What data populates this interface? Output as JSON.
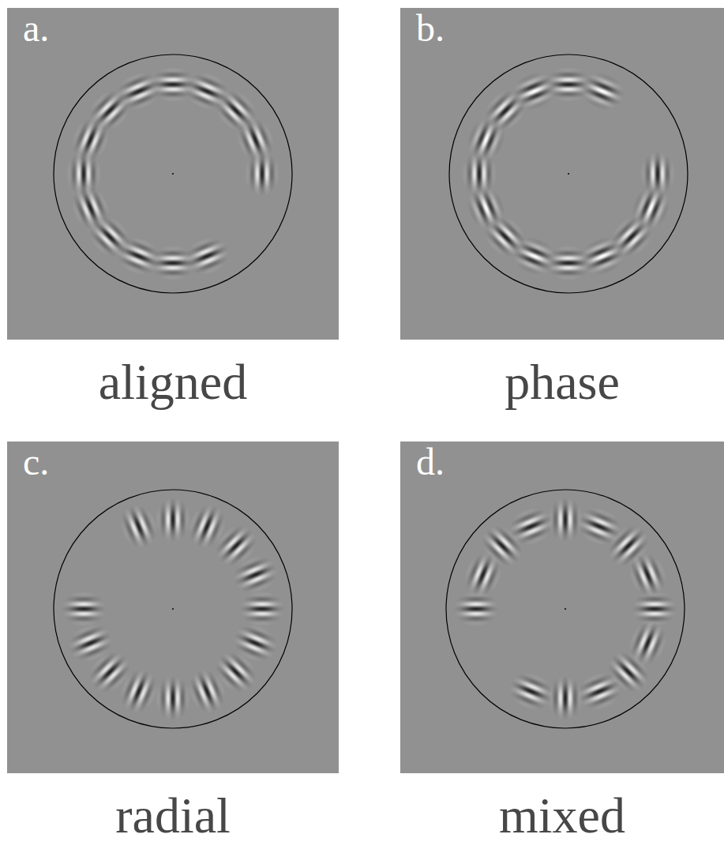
{
  "diagram": {
    "nodes": [
      {
        "text": [
          "a.",
          "aligned"
        ]
      },
      {
        "text": [
          "b.",
          "phase"
        ]
      },
      {
        "text": [
          "c.",
          "radial"
        ]
      },
      {
        "text": [
          "d.",
          "mixed"
        ]
      }
    ]
  }
}
